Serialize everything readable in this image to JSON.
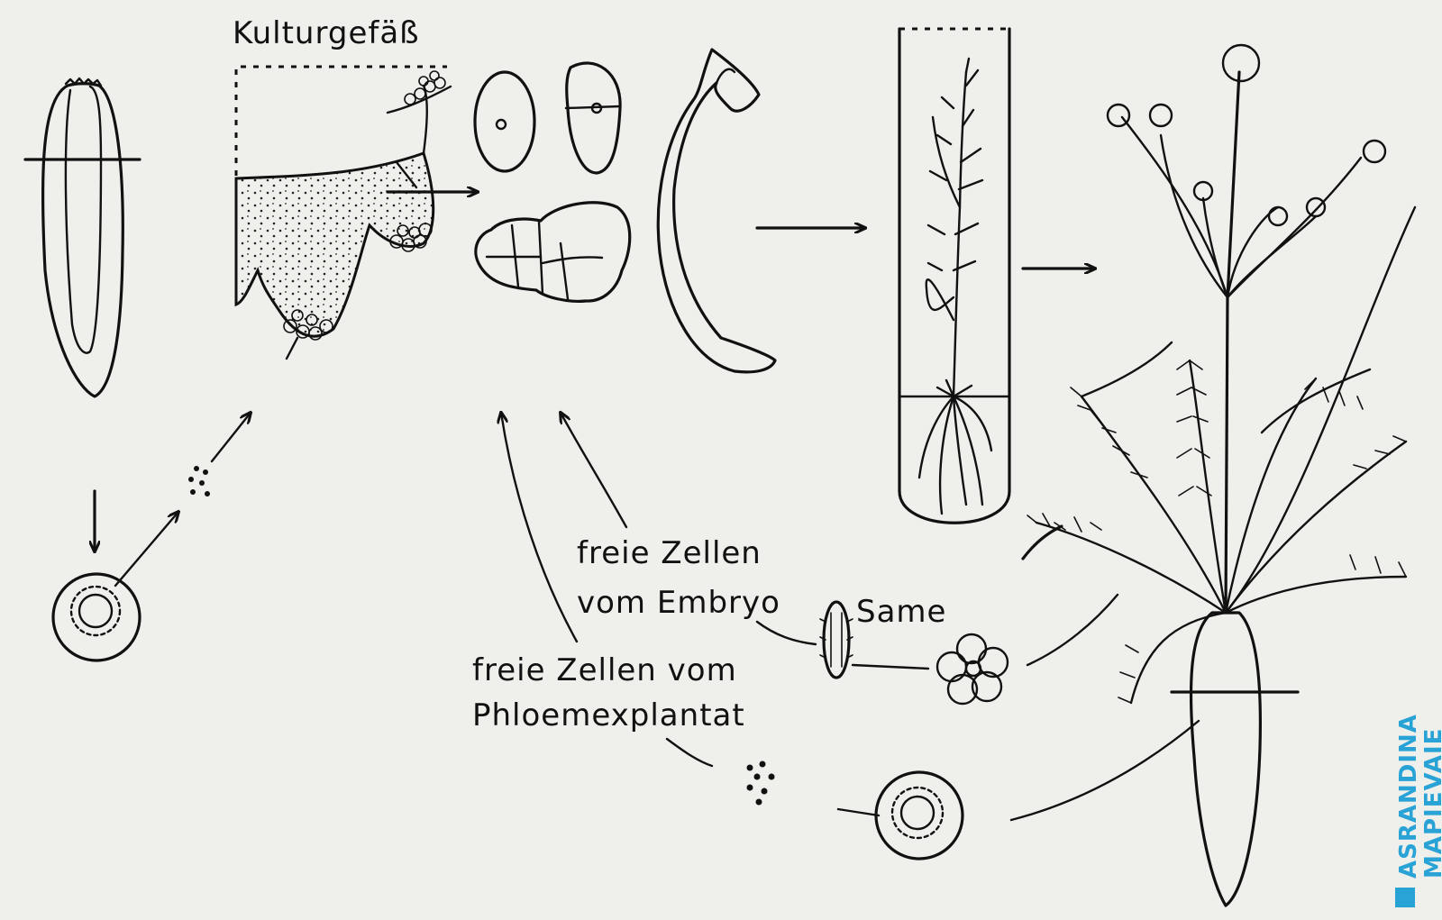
{
  "labels": {
    "culture_vessel": "Kulturgefäß",
    "free_cells_embryo_line1": "freie Zellen",
    "free_cells_embryo_line2": "vom Embryo",
    "seed": "Same",
    "free_cells_phloem_line1": "freie Zellen vom",
    "free_cells_phloem_line2": "Phloemexplantat"
  },
  "watermark": {
    "line1": "ASRANDINA",
    "line2": "MAPIEVAIE",
    "color": "#29a3d6"
  }
}
